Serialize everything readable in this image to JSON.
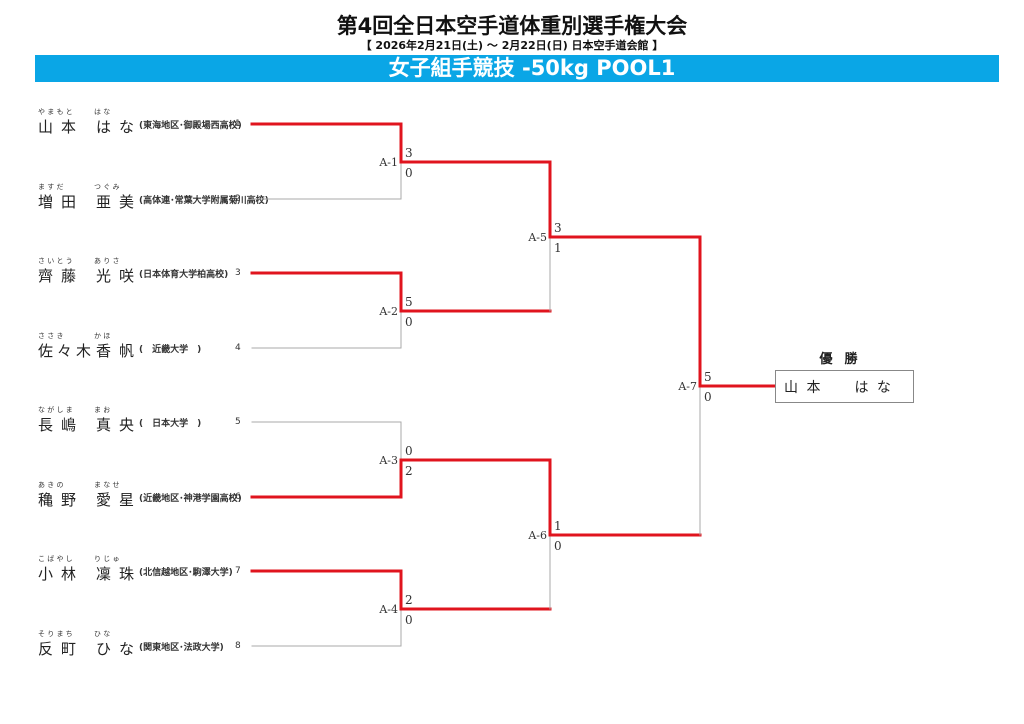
{
  "header": {
    "title": "第4回全日本空手道体重別選手権大会",
    "subtitle": "【 2026年2月21日(土) ～ 2月22日(日)  日本空手道会館 】",
    "banner": "女子組手競技 -50kg POOL1",
    "banner_color": "#0aa6e6"
  },
  "entrants": [
    {
      "seed": "1",
      "family": "山本",
      "given": "はな",
      "family_kana": "や ま も と",
      "given_kana": "は な",
      "affiliation": "(東海地区･御殿場西高校)"
    },
    {
      "seed": "2",
      "family": "増田",
      "given": "亜美",
      "family_kana": "ま す だ",
      "given_kana": "つ ぐ み",
      "affiliation": "(高体連･常葉大学附属菊川高校)"
    },
    {
      "seed": "3",
      "family": "齊藤",
      "given": "光咲",
      "family_kana": "さ い と う",
      "given_kana": "あ り さ",
      "affiliation": "(日本体育大学柏高校)"
    },
    {
      "seed": "4",
      "family": "佐々木",
      "given": "香帆",
      "family_kana": "さ さ き",
      "given_kana": "か ほ",
      "affiliation": "(　近畿大学　)"
    },
    {
      "seed": "5",
      "family": "長嶋",
      "given": "真央",
      "family_kana": "な が し ま",
      "given_kana": "ま お",
      "affiliation": "(　日本大学　)"
    },
    {
      "seed": "6",
      "family": "穐野",
      "given": "愛星",
      "family_kana": "あ き の",
      "given_kana": "ま な せ",
      "affiliation": "(近畿地区･神港学園高校)"
    },
    {
      "seed": "7",
      "family": "小林",
      "given": "凜珠",
      "family_kana": "こ ば や し",
      "given_kana": "り じ ゅ",
      "affiliation": "(北信越地区･駒澤大学)"
    },
    {
      "seed": "8",
      "family": "反町",
      "given": "ひな",
      "family_kana": "そ り ま ち",
      "given_kana": "ひ な",
      "affiliation": "(関東地区･法政大学)"
    }
  ],
  "matches": [
    {
      "id": "A-1",
      "top_score": "3",
      "bottom_score": "0",
      "winner": "top"
    },
    {
      "id": "A-2",
      "top_score": "5",
      "bottom_score": "0",
      "winner": "top"
    },
    {
      "id": "A-3",
      "top_score": "0",
      "bottom_score": "2",
      "winner": "bottom"
    },
    {
      "id": "A-4",
      "top_score": "2",
      "bottom_score": "0",
      "winner": "top"
    },
    {
      "id": "A-5",
      "top_score": "3",
      "bottom_score": "1",
      "winner": "top"
    },
    {
      "id": "A-6",
      "top_score": "1",
      "bottom_score": "0",
      "winner": "top"
    },
    {
      "id": "A-7",
      "top_score": "5",
      "bottom_score": "0",
      "winner": "top"
    }
  ],
  "champion": {
    "label": "優勝",
    "name": "山 本　　は な"
  },
  "colors": {
    "winner_line": "#e0141e",
    "loser_line": "#aaaaaa"
  }
}
